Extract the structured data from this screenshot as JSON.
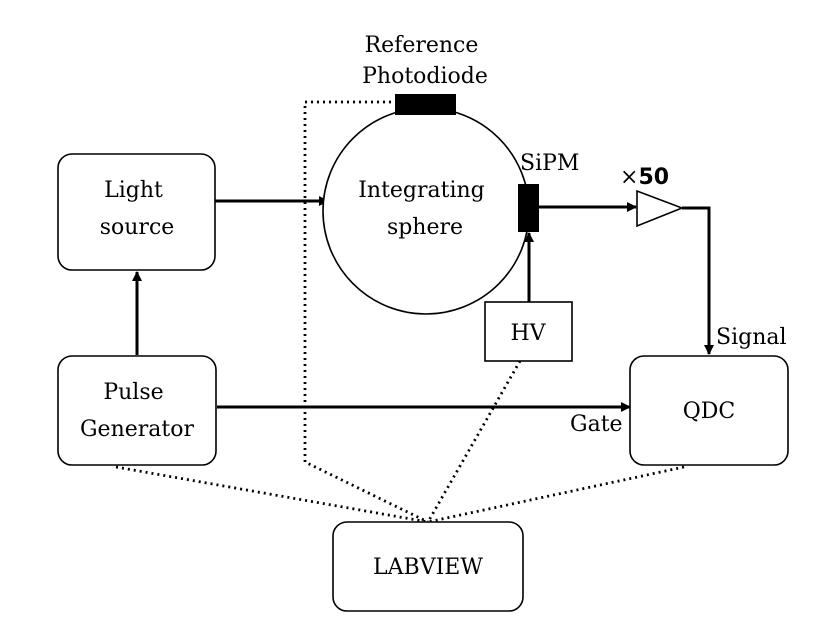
{
  "labels": {
    "light_source": [
      "Light",
      "source"
    ],
    "pulse_generator": [
      "Pulse",
      "Generator"
    ],
    "integrating_sphere": [
      "Integrating",
      "sphere"
    ],
    "reference_photodiode": [
      "Reference",
      "Photodiode"
    ],
    "sipm": "SiPM",
    "amplifier_gain_prefix": "×",
    "amplifier_gain_value": "50",
    "hv": "HV",
    "qdc": "QDC",
    "signal": "Signal",
    "gate": "Gate",
    "labview": "LABVIEW"
  },
  "colors": {
    "ink": "#000000",
    "background": "#ffffff"
  }
}
